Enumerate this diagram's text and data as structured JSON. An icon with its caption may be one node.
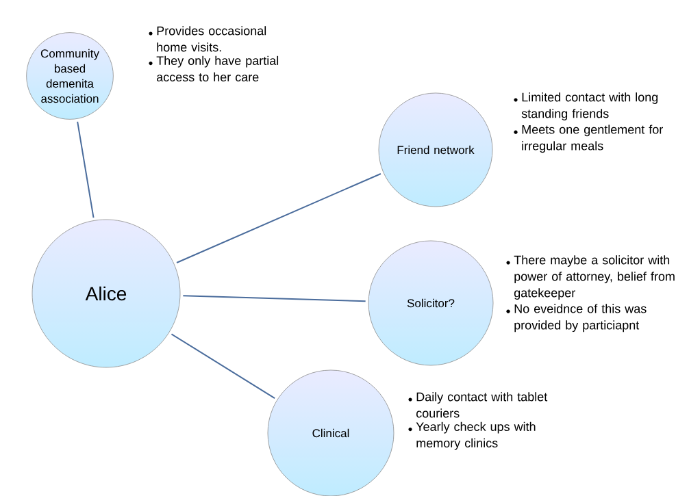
{
  "diagram": {
    "nodes": [
      {
        "text": [
          "Community based demenita association"
        ],
        "beside": [
          "Provides occasional home  visits.",
          "They  only have partial access to her care"
        ]
      },
      {
        "text": [
          "Friend network"
        ],
        "beside": [
          "Limited contact with long standing friends",
          "Meets one gentlement for irregular meals"
        ]
      },
      {
        "text": [
          "Alice"
        ]
      },
      {
        "text": [
          "Solicitor?"
        ],
        "beside": [
          "There maybe a solicitor with power of attorney, belief from gatekeeper",
          "No eveidnce of this was provided by particiapnt"
        ]
      },
      {
        "text": [
          "Clinical"
        ],
        "beside": [
          "Daily contact with tablet couriers",
          "Yearly check ups with memory clinics"
        ]
      }
    ],
    "edges": [
      {
        "from": 2,
        "to": 0,
        "arrow": "none"
      },
      {
        "from": 2,
        "to": 1,
        "arrow": "none"
      },
      {
        "from": 2,
        "to": 3,
        "arrow": "none"
      },
      {
        "from": 2,
        "to": 4,
        "arrow": "none"
      }
    ]
  }
}
